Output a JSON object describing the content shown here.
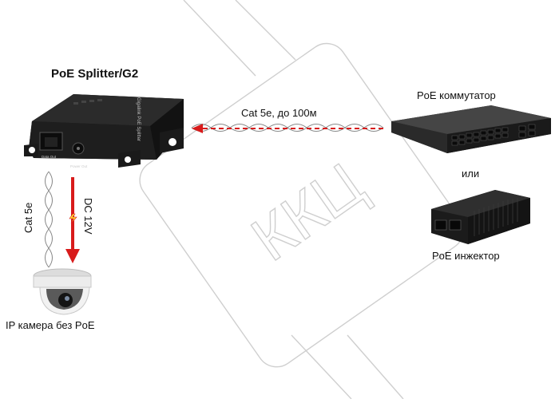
{
  "title": "PoE Splitter/G2",
  "cable_label": "Cat 5e, до 100м",
  "switch_label": "PoE коммутатор",
  "or_label": "или",
  "injector_label": "PoE инжектор",
  "camera_label": "IP камера без PoE",
  "cat5e_vertical": "Cat 5e",
  "dc_vertical": "DC 12V",
  "device_port_data": "Data Out",
  "device_port_power": "Power Out",
  "device_brand": "Gigalink PoE Splitter",
  "watermark_text": "ККЦ",
  "colors": {
    "arrow_red": "#d81b1b",
    "device_black": "#1e1e1e",
    "watermark": "#cfcfcf"
  }
}
